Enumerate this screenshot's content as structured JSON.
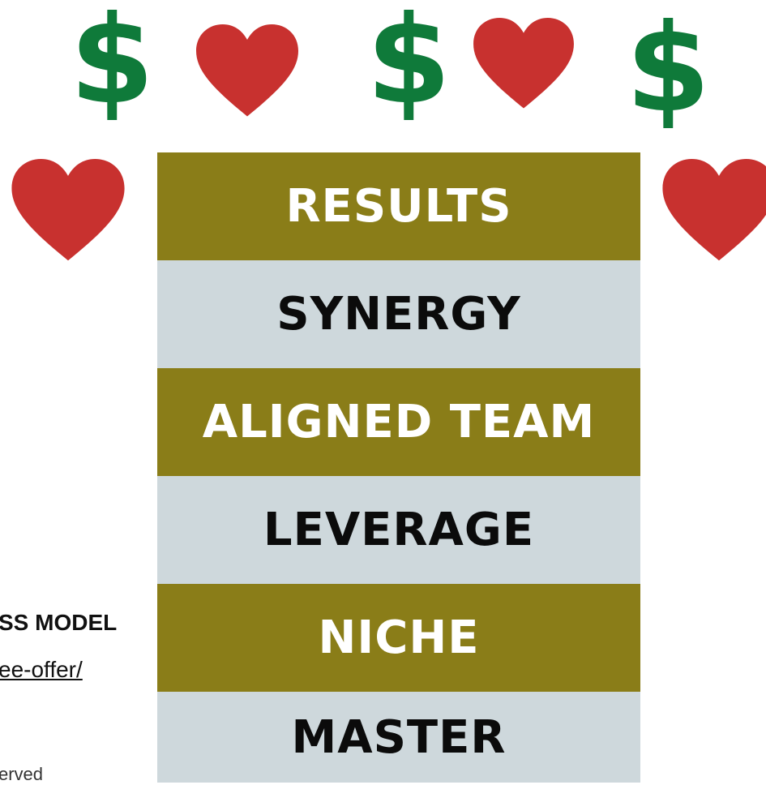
{
  "icons": {
    "dollar_glyph": "$",
    "dollar_color": "#0f7a3a",
    "heart_color": "#c8312f"
  },
  "stack": {
    "olive_color": "#8a7d18",
    "grey_color": "#ced8dc",
    "bands": [
      {
        "label": "RESULTS"
      },
      {
        "label": "SYNERGY"
      },
      {
        "label": "ALIGNED TEAM"
      },
      {
        "label": "LEVERAGE"
      },
      {
        "label": "NICHE"
      },
      {
        "label": "MASTER"
      }
    ]
  },
  "side": {
    "title_fragment": "SS MODEL",
    "link_fragment": "ee-offer/",
    "footer_fragment": "erved"
  }
}
